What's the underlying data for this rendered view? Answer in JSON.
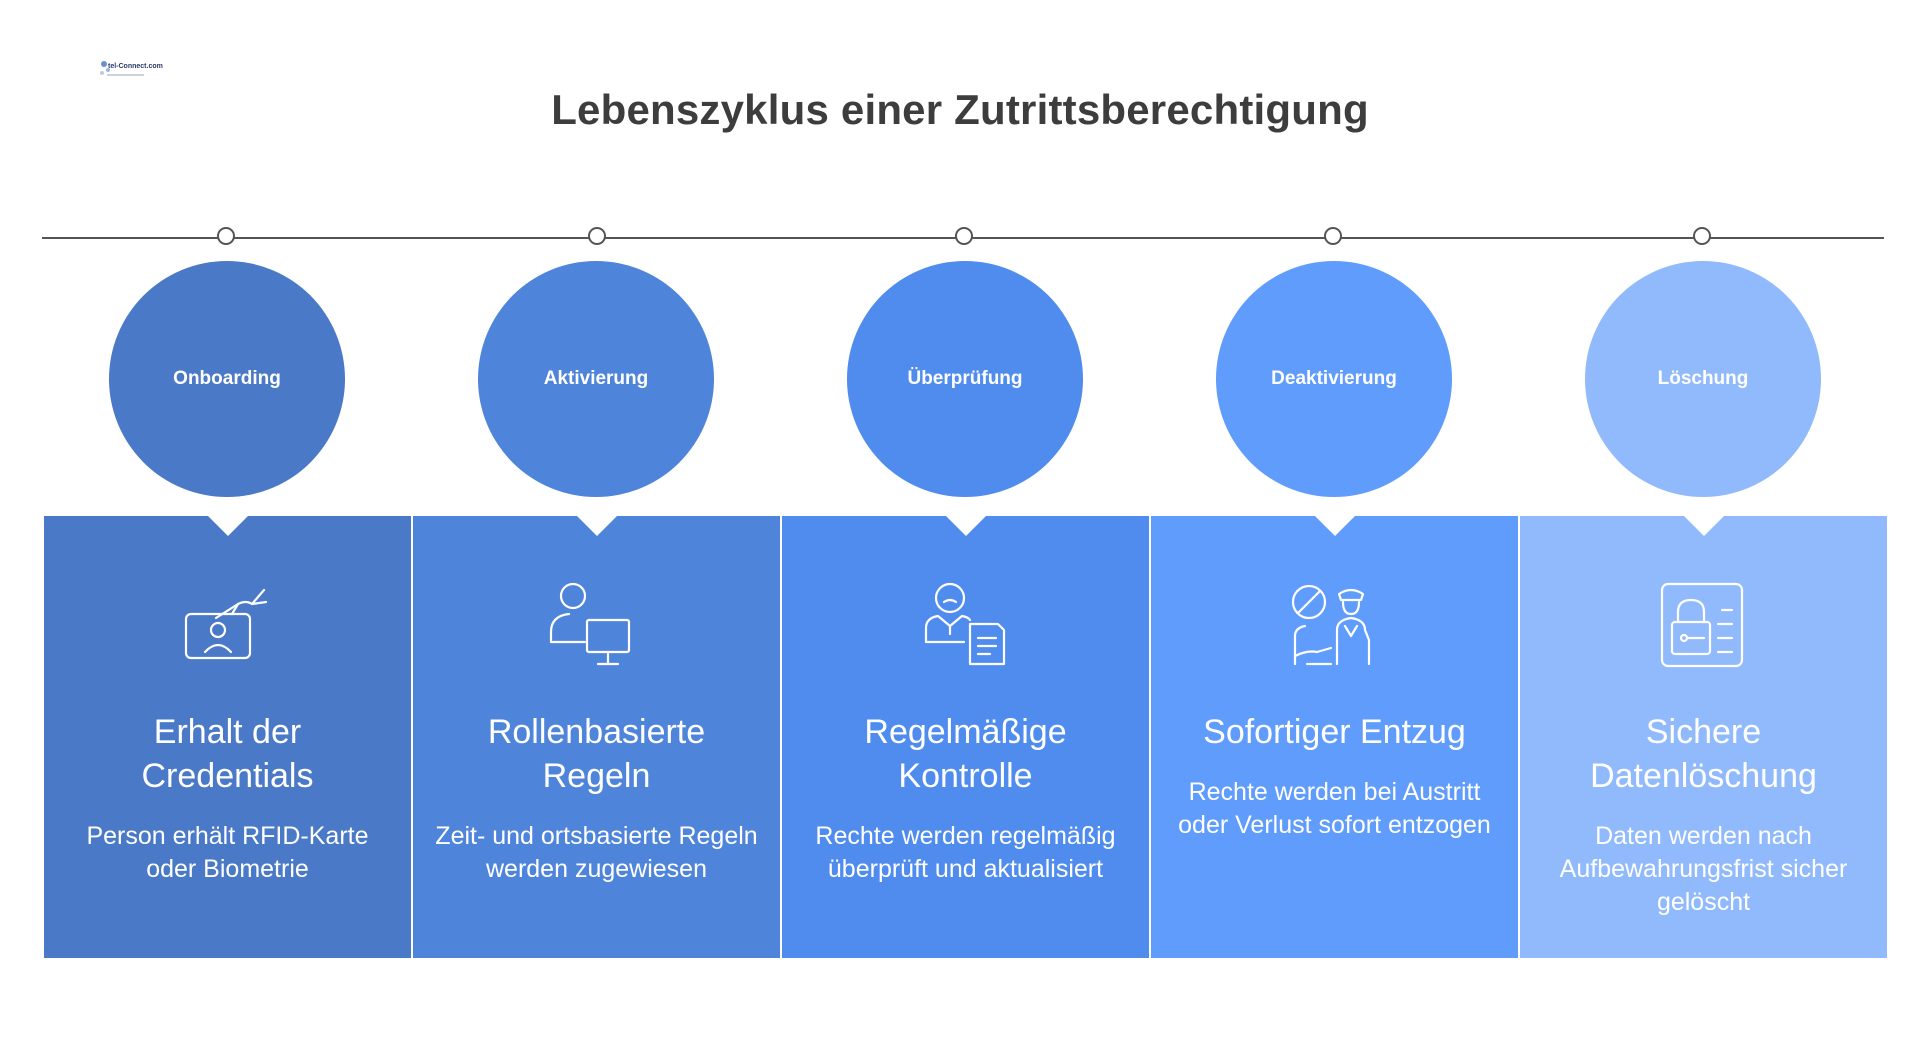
{
  "logo": {
    "text": "tel-Connect.com",
    "icon": "logo-icon"
  },
  "title": "Lebenszyklus einer Zutrittsberechtigung",
  "stages": [
    {
      "label": "Onboarding",
      "heading": "Erhalt der Credentials",
      "description": "Person erhält RFID-Karte oder Biometrie",
      "icon": "id-card-hand-icon",
      "color": "#4a79c7"
    },
    {
      "label": "Aktivierung",
      "heading": "Rollenbasierte Regeln",
      "description": "Zeit- und ortsbasierte Regeln werden zugewiesen",
      "icon": "user-monitor-icon",
      "color": "#4f84db"
    },
    {
      "label": "Überprüfung",
      "heading": "Regelmäßige Kontrolle",
      "description": "Rechte werden regelmäßig überprüft und aktualisiert",
      "icon": "user-document-icon",
      "color": "#4f8cee"
    },
    {
      "label": "Deaktivierung",
      "heading": "Sofortiger Entzug",
      "description": "Rechte werden bei Austritt oder Verlust sofort entzogen",
      "icon": "prohibited-guard-icon",
      "color": "#609cfb"
    },
    {
      "label": "Löschung",
      "heading": "Sichere Datenlöschung",
      "description": "Daten werden nach Aufbewahrungsfrist sicher gelöscht",
      "icon": "secure-lock-file-icon",
      "color": "#91bafc"
    }
  ]
}
